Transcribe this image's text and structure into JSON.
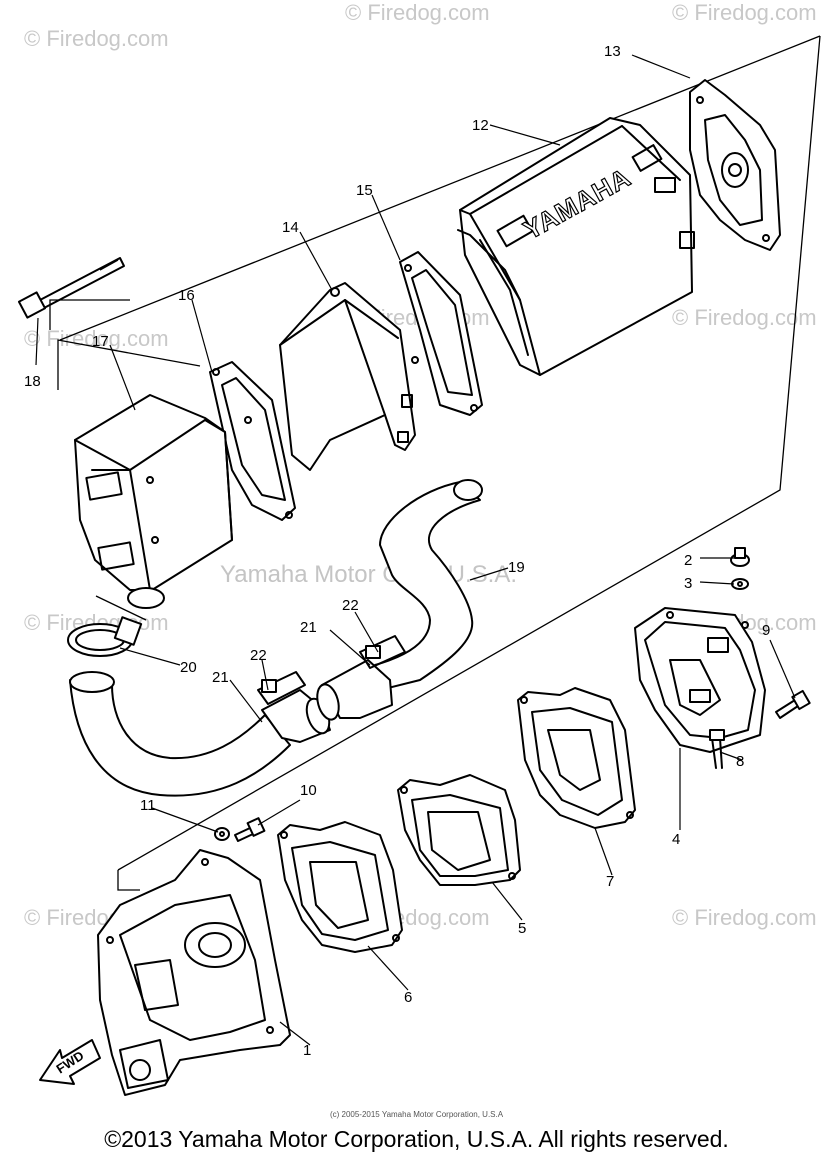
{
  "watermarks": {
    "corner": "© Firedog.com",
    "center": "Yamaha Motor Corp, U.S.A."
  },
  "parts": {
    "brand_text": "YAMAHA",
    "fwd_label": "FWD"
  },
  "callouts": [
    "1",
    "2",
    "3",
    "4",
    "5",
    "6",
    "7",
    "8",
    "9",
    "10",
    "11",
    "12",
    "13",
    "14",
    "15",
    "16",
    "17",
    "18",
    "19",
    "20",
    "21",
    "21",
    "22",
    "22"
  ],
  "footer": {
    "small_copyright": "(c) 2005-2015 Yamaha Motor Corporation, U.S.A",
    "copyright": "©2013 Yamaha Motor Corporation, U.S.A. All rights reserved."
  }
}
